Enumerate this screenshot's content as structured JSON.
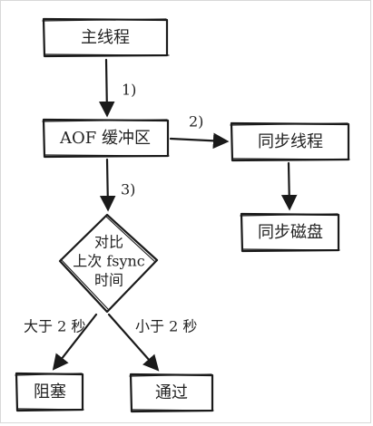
{
  "diagram": {
    "nodes": {
      "main_thread": {
        "label": "主线程"
      },
      "aof_buffer": {
        "label": "AOF 缓冲区"
      },
      "sync_thread": {
        "label": "同步线程"
      },
      "sync_disk": {
        "label": "同步磁盘"
      },
      "compare": {
        "lines": [
          "对比",
          "上次 fsync",
          "时间"
        ]
      },
      "block": {
        "label": "阻塞"
      },
      "pass": {
        "label": "通过"
      }
    },
    "edges": {
      "step1": "1)",
      "step2": "2)",
      "step3": "3)",
      "gt2s": "大于 2 秒",
      "lt2s": "小于 2 秒"
    },
    "colors": {
      "stroke": "#1a1a1a",
      "text": "#222222",
      "background": "#ffffff"
    }
  }
}
